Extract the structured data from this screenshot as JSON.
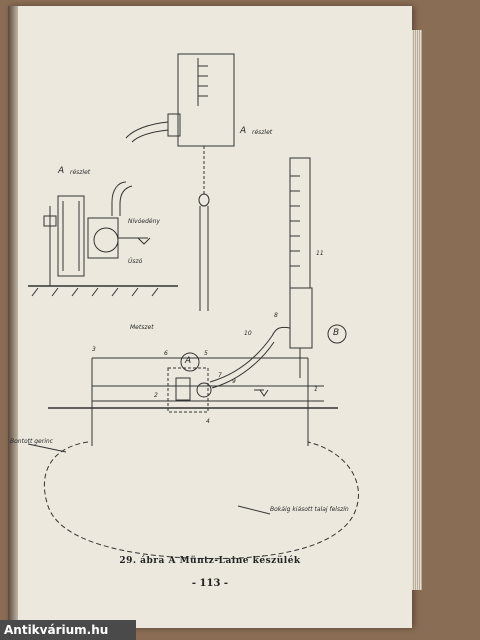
{
  "figure": {
    "label_A_top": "A",
    "label_A_top_word": "részlet",
    "label_A_left": "A",
    "label_A_left_word": "részlet",
    "label_nivo": "Nívóedény",
    "label_szab": "Úszó",
    "label_metszet": "Metszet",
    "label_B": "B",
    "label_bontott": "Bontott gerinc",
    "label_boka": "Bokáig kiásott talaj felszín",
    "numbers": [
      "1",
      "2",
      "3",
      "4",
      "5",
      "6",
      "7",
      "8",
      "9",
      "10",
      "11"
    ],
    "callout_A": "A",
    "callout_B": "B"
  },
  "caption": "29. ábra  A Müntz-Laine készülék",
  "page_number": "- 113 -",
  "watermark": "Antikvárium.hu"
}
